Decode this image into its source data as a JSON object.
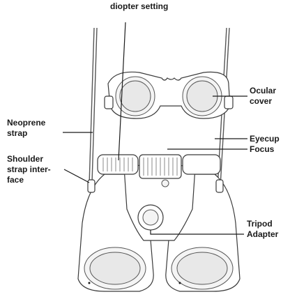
{
  "labels": {
    "diopter": "diopter setting",
    "ocular_line1": "Ocular",
    "ocular_line2": "cover",
    "neoprene_line1": "Neoprene",
    "neoprene_line2": "strap",
    "eyecup": "Eyecup",
    "focus": "Focus",
    "shoulder_line1": "Shoulder",
    "shoulder_line2": "strap inter-",
    "shoulder_line3": "face",
    "tripod_line1": "Tripod",
    "tripod_line2": "Adapter"
  },
  "colors": {
    "outline": "#3a3a3a",
    "label_text": "#1a1a1a",
    "lens_fill": "#e8e8e8",
    "body_fill": "#ffffff"
  }
}
